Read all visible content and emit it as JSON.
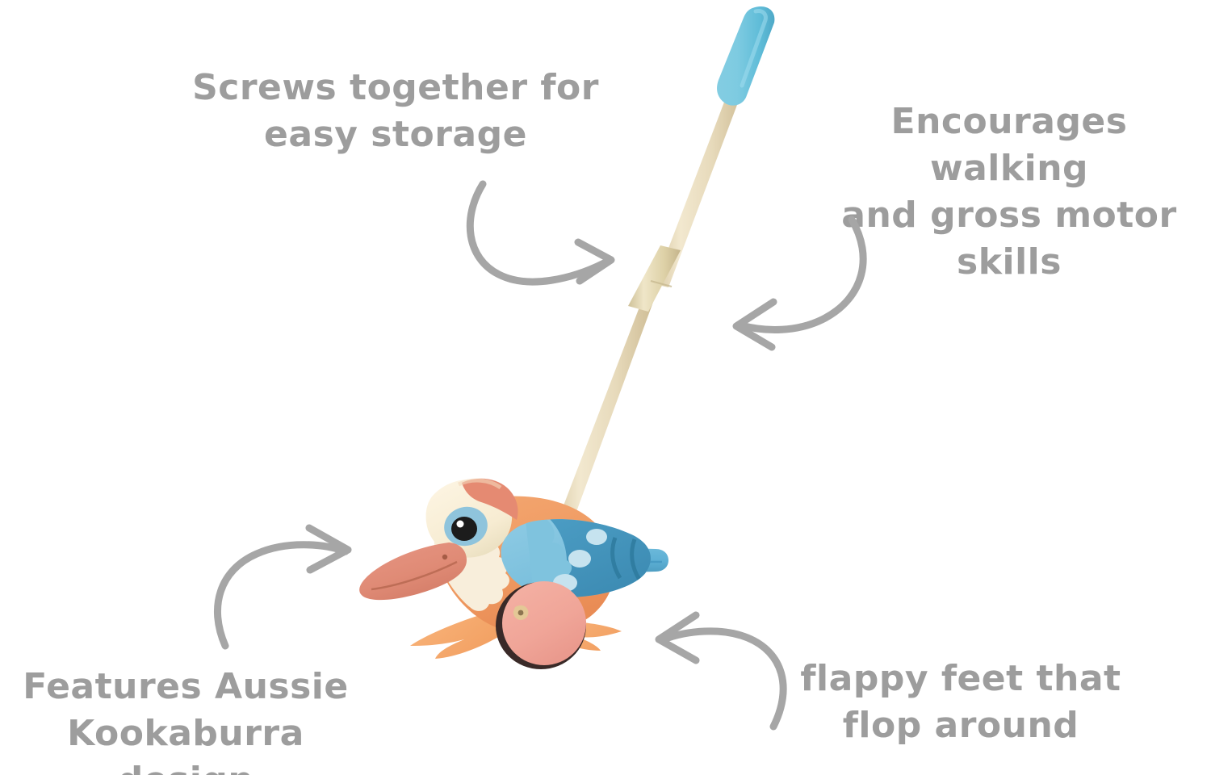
{
  "page": {
    "background_color": "#ffffff",
    "text_color": "#9d9d9d",
    "arrow_color": "#a6a6a6"
  },
  "callouts": {
    "top_left": {
      "text": "Screws together for\neasy storage",
      "line1": "Screws together for",
      "line2": "easy storage"
    },
    "top_right": {
      "text": "Encourages walking\nand gross motor skills",
      "line1": "Encourages walking",
      "line2": "and gross motor skills"
    },
    "bottom_left": {
      "text": "Features Aussie\nKookaburra design",
      "line1": "Features Aussie",
      "line2": "Kookaburra design"
    },
    "bottom_right": {
      "text": "flappy feet that\nflop around",
      "line1": "flappy feet that",
      "line2": "flop around"
    }
  },
  "product": {
    "name": "wooden kookaburra push-along toy",
    "colors": {
      "handle_grip": "#6fc5de",
      "pole_wood": "#e9ddbf",
      "pole_wood_shade": "#d6c7a0",
      "screw_collar": "#ded0a6",
      "head_cream": "#f7ecd2",
      "crest_salmon": "#e58a72",
      "beak_salmon": "#e08b76",
      "eye_patch_blue": "#8fc4dc",
      "eye_pupil": "#1c1c1c",
      "body_orange": "#f09b62",
      "belly_cream": "#f8eedb",
      "wing_light_blue": "#7fc3de",
      "wing_dark_blue": "#3f93bd",
      "wing_spot": "#bfe0ec",
      "tail_blue": "#5cafd4",
      "wheel_pink": "#f0a598",
      "wheel_rim": "#3a2a28",
      "feet_orange": "#f5a86b",
      "axle_peg": "#e4c896"
    }
  },
  "icons": {
    "arrow_top_left": "curved-arrow-right-down-icon",
    "arrow_top_right": "curved-arrow-left-down-icon",
    "arrow_bottom_left": "curved-arrow-right-up-icon",
    "arrow_bottom_right": "curved-arrow-left-up-icon"
  }
}
